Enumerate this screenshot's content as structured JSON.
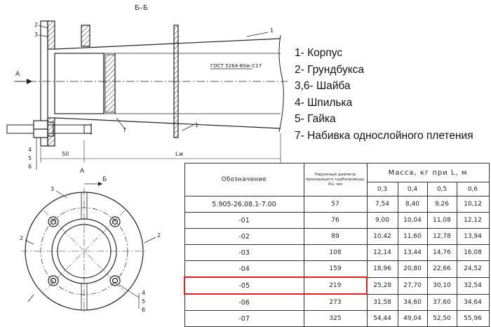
{
  "drawing": {
    "section_label": "Б–Б",
    "gost_label": "ГОСТ 5264-80ж-С17",
    "dim_50": "50",
    "dim_L": "Lж",
    "arrow_A": "A",
    "view_A": "A",
    "section_B": "Б",
    "top_callouts": [
      "2",
      "3",
      "1"
    ],
    "side_callouts": [
      "4",
      "5",
      "6"
    ],
    "mid_callouts": [
      "1",
      "7"
    ],
    "plan_callouts": [
      "3",
      "2",
      "2",
      "4",
      "5",
      "6"
    ]
  },
  "legend": [
    "1- Корпус",
    "2- Грундбукса",
    "3,6- Шайба",
    "4- Шпилька",
    "5- Гайка",
    "7- Набивка однослойного плетения"
  ],
  "table": {
    "header_designation": "Обозначение",
    "header_diameter": "Наружный диаметр проходящего трубопровода, Dн, мм",
    "header_mass": "Масса, кг при L, м",
    "lengths": [
      "0,3",
      "0,4",
      "0,5",
      "0,6"
    ],
    "rows": [
      {
        "designation": "5.905-26.08.1-7.00",
        "diameter": "57",
        "masses": [
          "7,54",
          "8,40",
          "9,26",
          "10,12"
        ]
      },
      {
        "designation": "-01",
        "diameter": "76",
        "masses": [
          "9,00",
          "10,04",
          "11,08",
          "12,12"
        ]
      },
      {
        "designation": "-02",
        "diameter": "89",
        "masses": [
          "10,42",
          "11,60",
          "12,78",
          "13,94"
        ]
      },
      {
        "designation": "-03",
        "diameter": "108",
        "masses": [
          "12,14",
          "13,44",
          "14,76",
          "16,08"
        ]
      },
      {
        "designation": "-04",
        "diameter": "159",
        "masses": [
          "18,96",
          "20,80",
          "22,66",
          "24,52"
        ]
      },
      {
        "designation": "-05",
        "diameter": "219",
        "masses": [
          "25,28",
          "27,70",
          "30,10",
          "32,54"
        ]
      },
      {
        "designation": "-06",
        "diameter": "273",
        "masses": [
          "31,58",
          "34,60",
          "37,60",
          "34,64"
        ]
      },
      {
        "designation": "-07",
        "diameter": "325",
        "masses": [
          "54,44",
          "49,04",
          "52,50",
          "55,96"
        ]
      }
    ],
    "highlight_color": "#e02020"
  }
}
